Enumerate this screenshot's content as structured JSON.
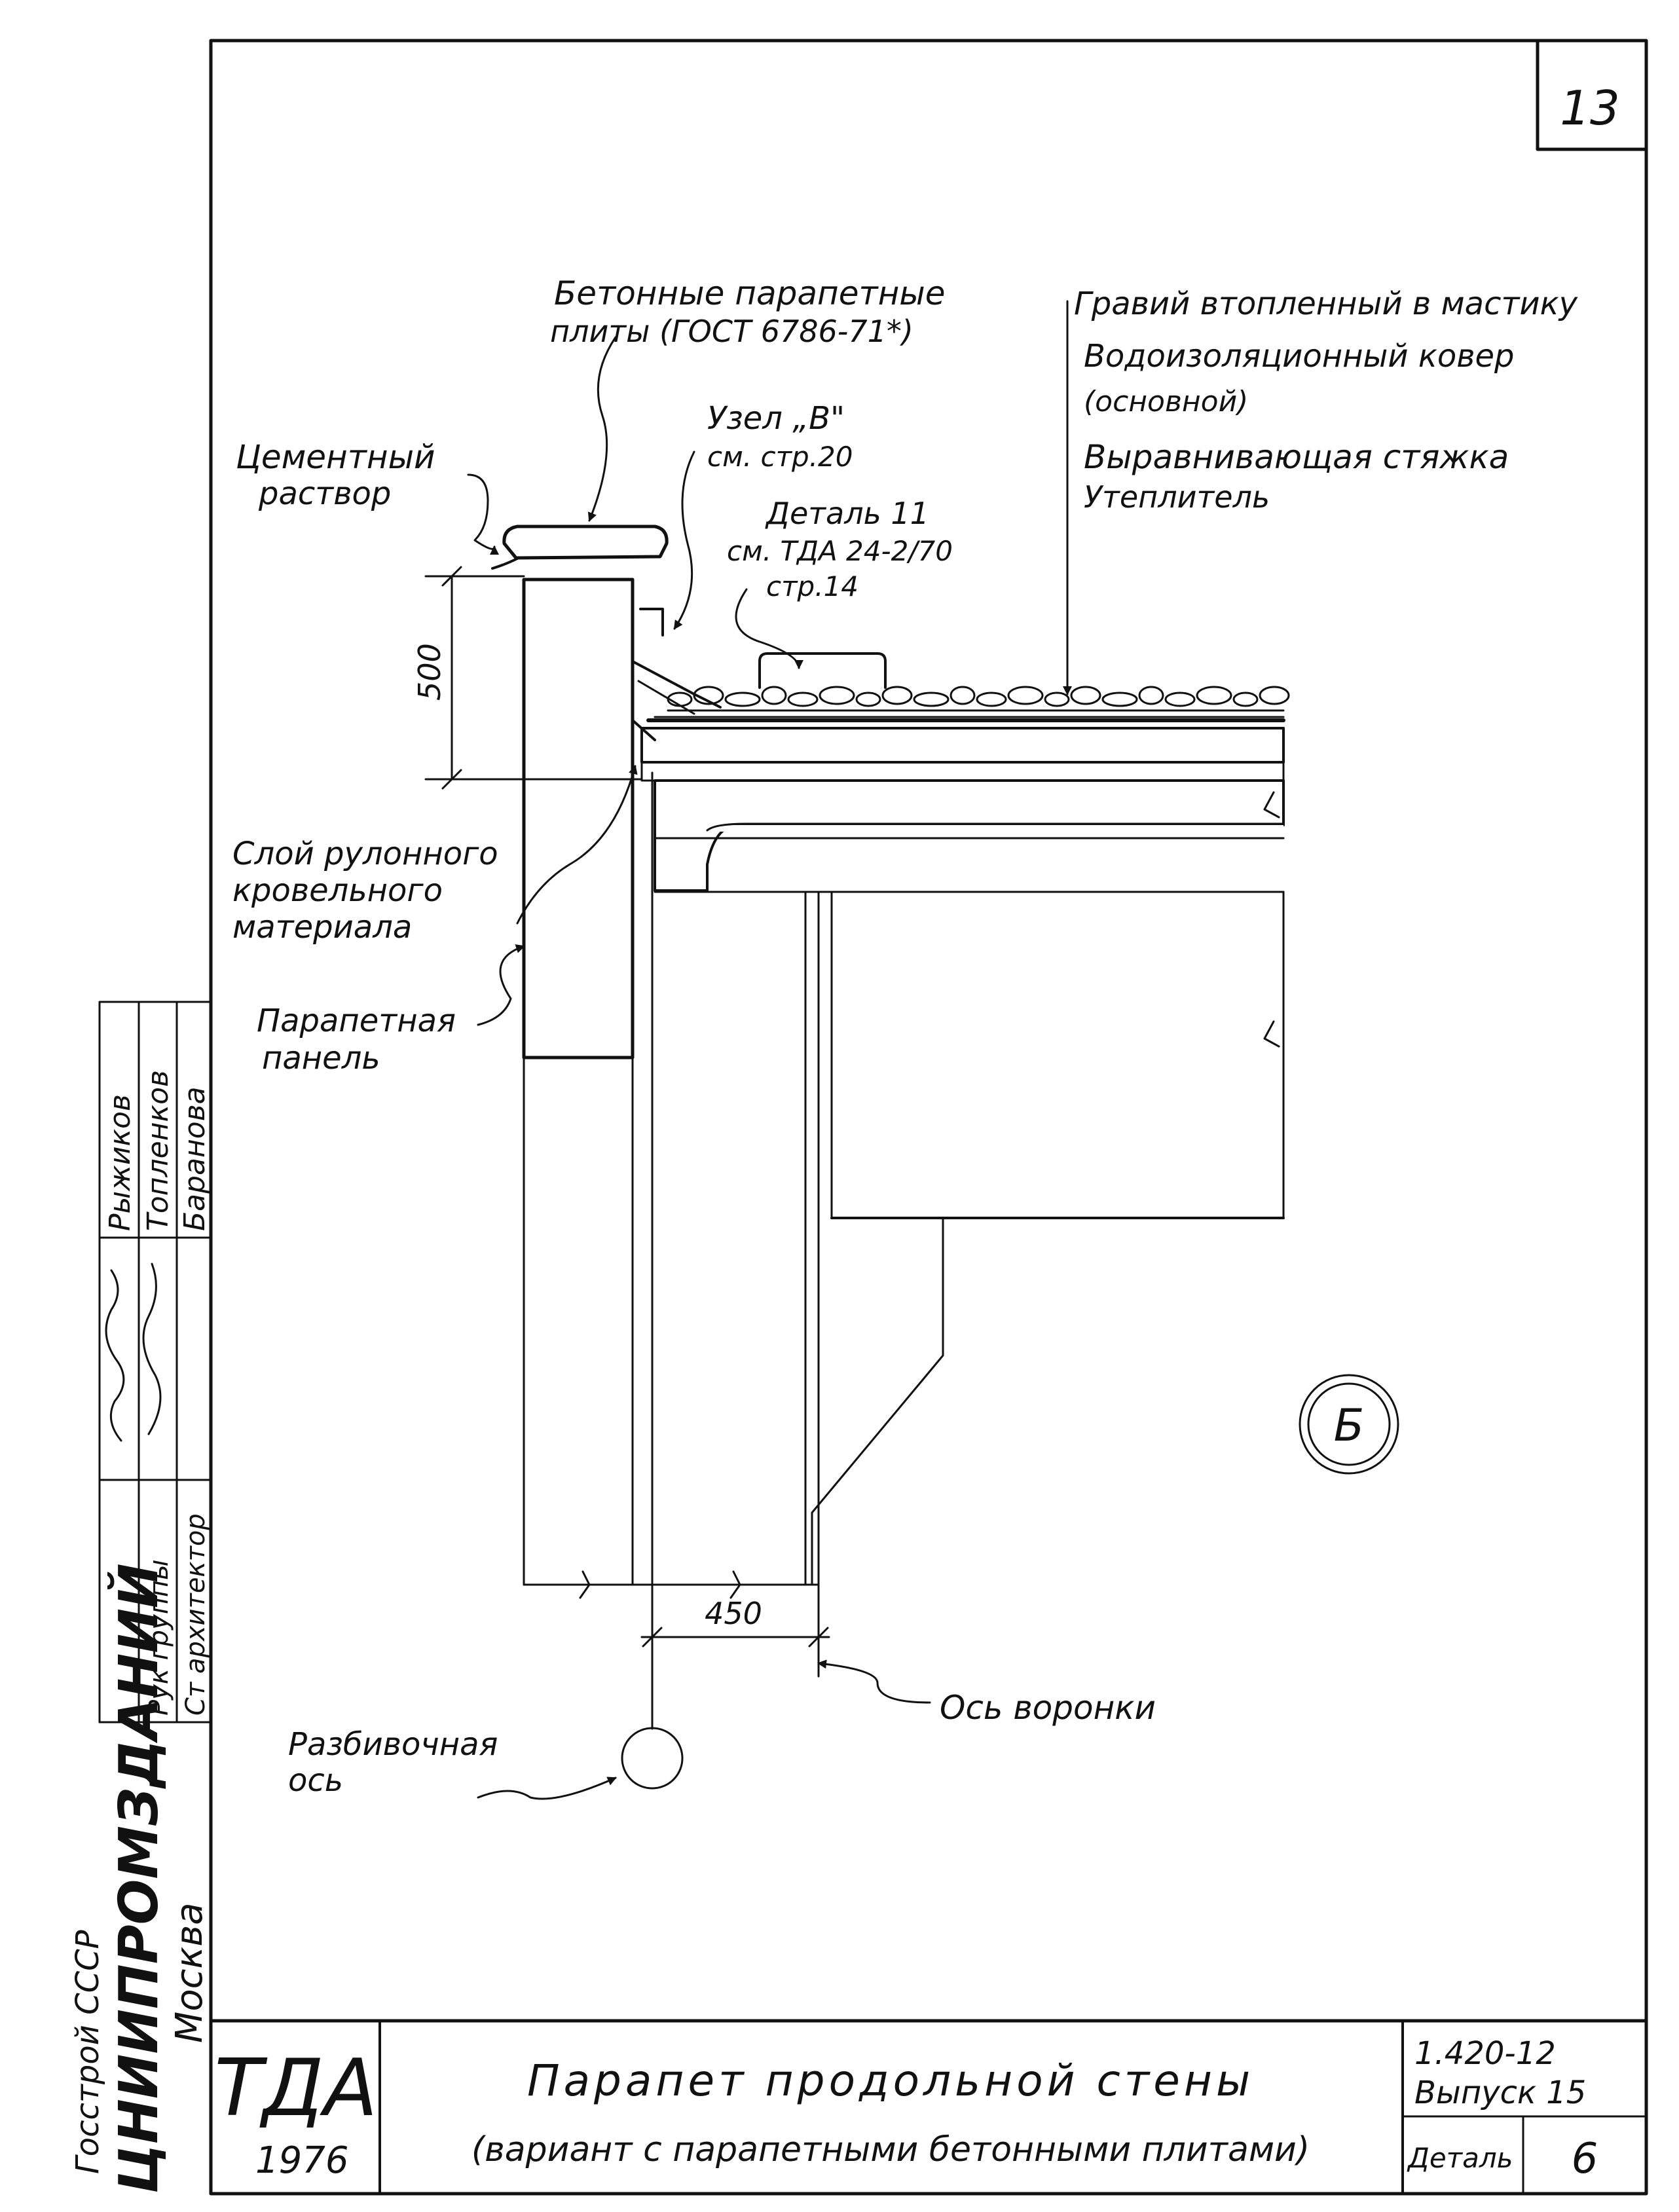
{
  "sheet_number": "13",
  "labels": {
    "concrete_plates_line1": "Бетонные парапетные",
    "concrete_plates_line2": "плиты (ГОСТ 6786-71*)",
    "gravel": "Гравий втопленный в мастику",
    "waterproof_line1": "Водоизоляционный ковер",
    "waterproof_line2": "(основной)",
    "leveling": "Выравнивающая стяжка",
    "insulation": "Утеплитель",
    "cement_line1": "Цементный",
    "cement_line2": "раствор",
    "node_line1": "Узел „В\"",
    "node_line2": "см. стр.20",
    "detail_line1": "Деталь 11",
    "detail_line2": "см. ТДА 24-2/70",
    "detail_line3": "стр.14",
    "roll_line1": "Слой рулонного",
    "roll_line2": "кровельного",
    "roll_line3": "материала",
    "panel_line1": "Парапетная",
    "panel_line2": "панель",
    "funnel_axis": "Ось воронки",
    "layout_axis_line1": "Разбивочная",
    "layout_axis_line2": "ось"
  },
  "dimensions": {
    "height": "500",
    "width": "450"
  },
  "axis_marker": "Б",
  "title_block": {
    "org_code": "ТДА",
    "year": "1976",
    "title_line1": "Парапет продольной стены",
    "title_line2": "(вариант с парапетными бетонными плитами)",
    "series": "1.420-12",
    "issue": "Выпуск 15",
    "detail_label": "Деталь",
    "detail_number": "6"
  },
  "stamp": {
    "org_name": "ЦНИИПРОМЗДАНИЙ",
    "city": "Москва",
    "ministry": "Госстрой СССР",
    "role_1": "Рук группы",
    "role_2": "Ст архитектор",
    "name_1": "Топленков",
    "name_2": "Баранова",
    "name_top": "Рыжиков"
  },
  "colors": {
    "ink": "#111111",
    "paper": "#ffffff"
  }
}
